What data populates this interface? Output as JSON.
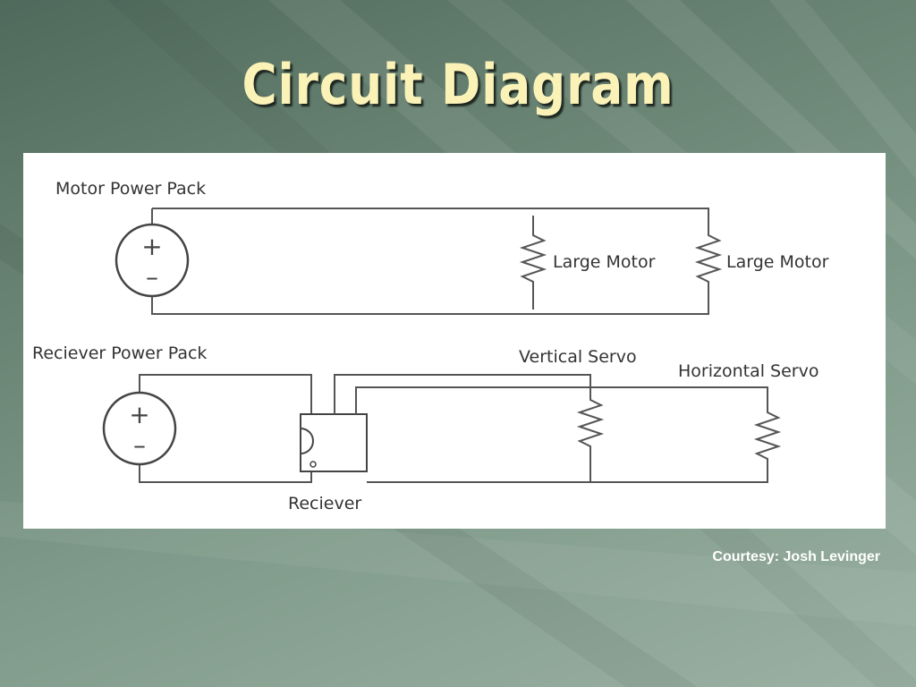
{
  "slide": {
    "title": "Circuit Diagram",
    "credit": "Courtesy: Josh Levinger"
  },
  "diagram": {
    "motor_circuit": {
      "label": "Motor Power Pack",
      "source_symbols": {
        "plus": "+",
        "minus": "–"
      },
      "loads": [
        "Large Motor",
        "Large Motor"
      ]
    },
    "receiver_circuit": {
      "label": "Reciever Power Pack",
      "source_symbols": {
        "plus": "+",
        "minus": "–"
      },
      "receiver_label": "Reciever",
      "servos": [
        "Vertical Servo",
        "Horizontal Servo"
      ]
    }
  },
  "colors": {
    "title": "#fbf2b8",
    "background": "#6c8676",
    "panel": "#ffffff",
    "wire": "#555555"
  }
}
